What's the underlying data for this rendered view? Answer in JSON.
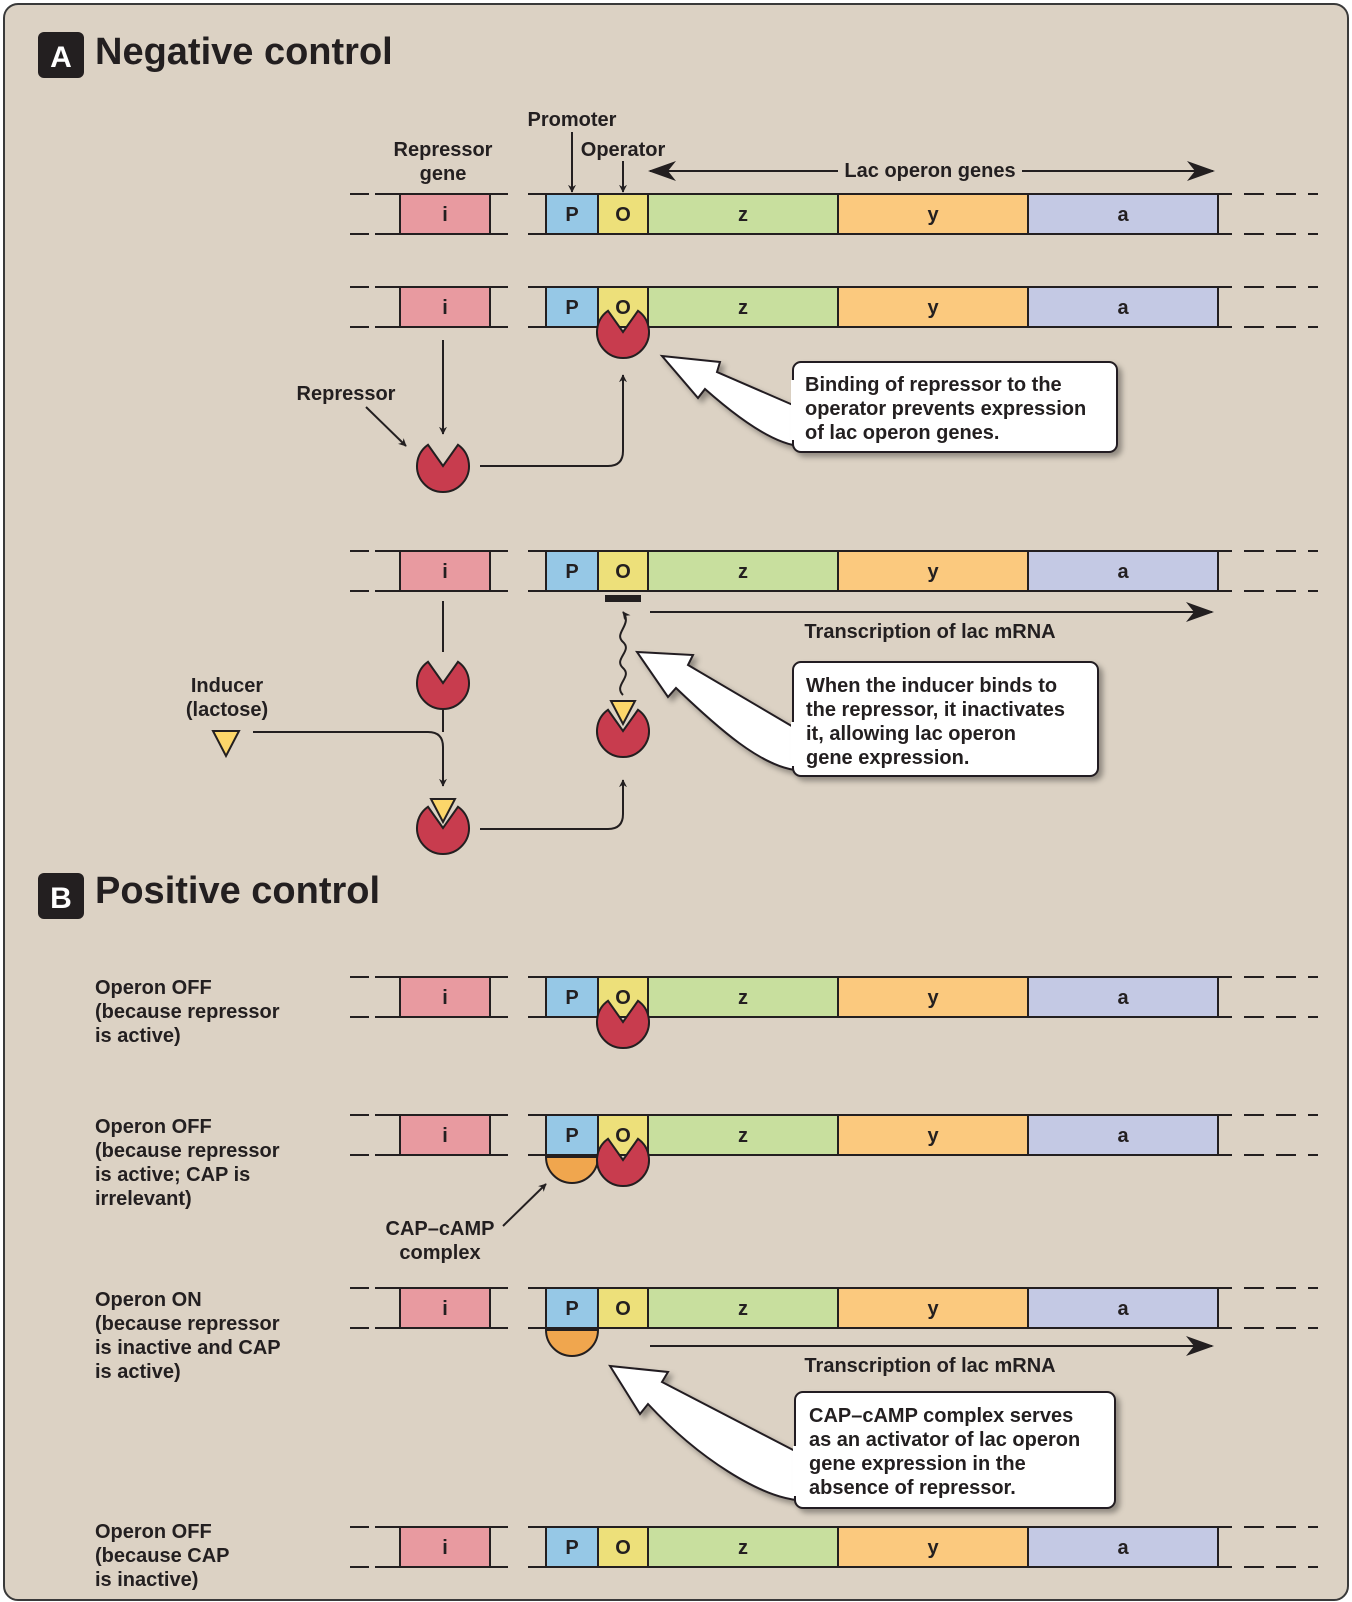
{
  "colors": {
    "background": "#dcd2c4",
    "frame": "#3a3a3a",
    "gene_i": "#e89aa0",
    "promoter": "#96c8e6",
    "operator": "#ede07a",
    "gene_z": "#c8df9e",
    "gene_y": "#fbc97e",
    "gene_a": "#c4c9e4",
    "repressor": "#c83c4e",
    "inducer": "#fcd66a",
    "cap": "#f0a64e",
    "ink": "#231f20"
  },
  "segments": {
    "i": "i",
    "p": "P",
    "o": "O",
    "z": "z",
    "y": "y",
    "a": "a"
  },
  "section_a": {
    "letter": "A",
    "title": "Negative control",
    "labels": {
      "promoter": "Promoter",
      "operator": "Operator",
      "repressor_gene_1": "Repressor",
      "repressor_gene_2": "gene",
      "lac_operon_genes": "Lac operon genes",
      "repressor": "Repressor",
      "inducer_1": "Inducer",
      "inducer_2": "(lactose)",
      "transcription": "Transcription of lac mRNA"
    },
    "callout_1": [
      "Binding of repressor to the",
      "operator prevents expression",
      "of lac operon genes."
    ],
    "callout_2": [
      "When the inducer binds to",
      "the repressor, it inactivates",
      "it, allowing lac operon",
      "gene expression."
    ]
  },
  "section_b": {
    "letter": "B",
    "title": "Positive control",
    "row1": [
      "Operon OFF",
      "(because repressor",
      "is active)"
    ],
    "row2": [
      "Operon OFF",
      "(because repressor",
      "is active; CAP is",
      "irrelevant)"
    ],
    "row3": [
      "Operon ON",
      "(because repressor",
      "is inactive and CAP",
      "is active)"
    ],
    "row4": [
      "Operon OFF",
      "(because CAP",
      "is inactive)"
    ],
    "cap_label": [
      "CAP–cAMP",
      "complex"
    ],
    "transcription": "Transcription of lac mRNA",
    "callout_3": [
      "CAP–cAMP complex serves",
      "as an activator of lac operon",
      "gene expression in the",
      "absence of repressor."
    ]
  }
}
